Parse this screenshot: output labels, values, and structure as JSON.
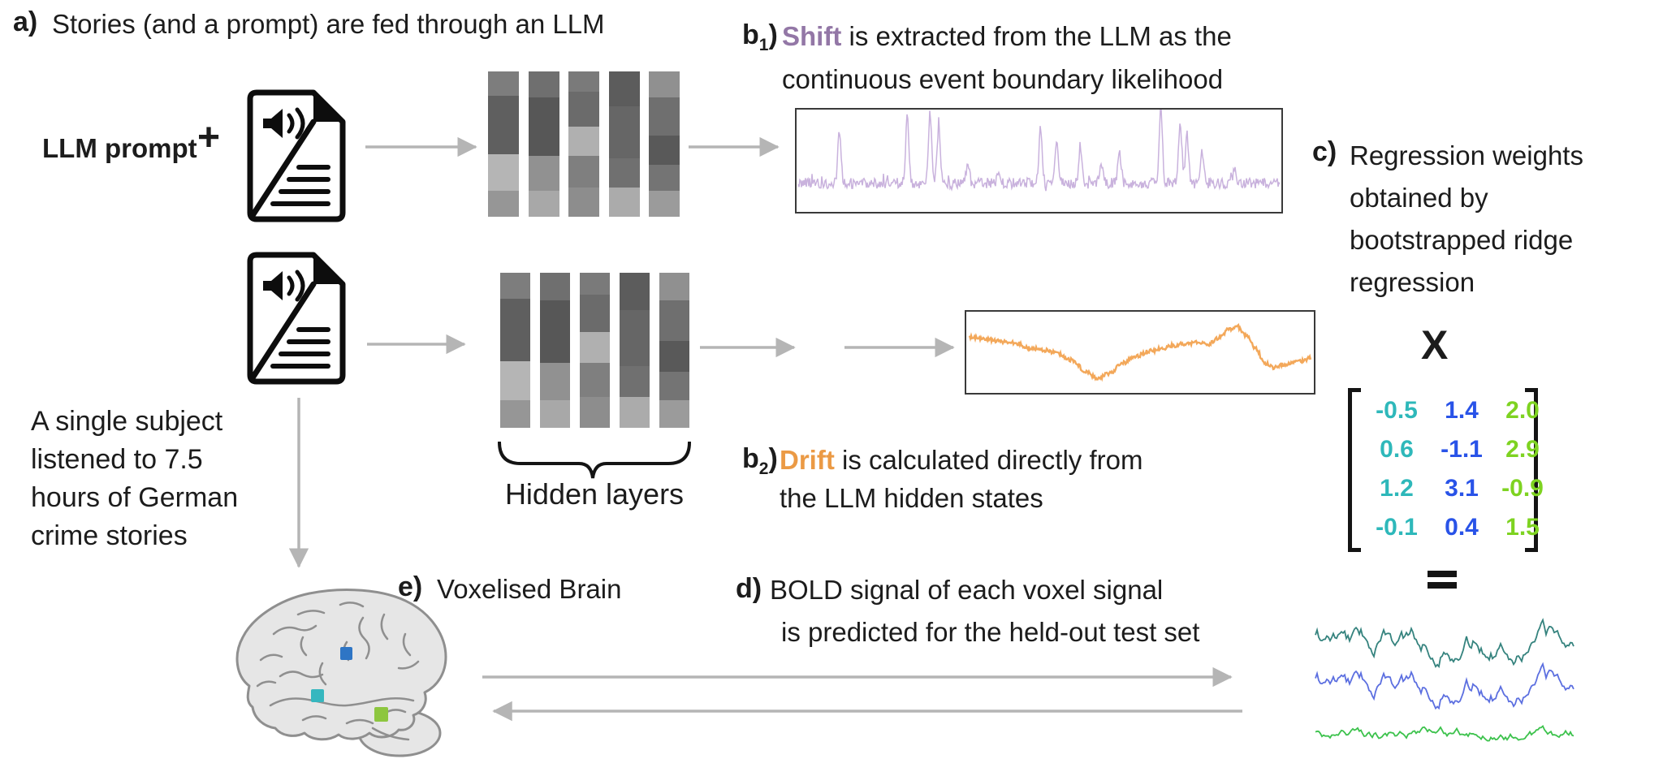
{
  "colors": {
    "text": "#1c1c1c",
    "arrow": "#b5b5b5",
    "shift": "#9377a6",
    "drift": "#eb9a45",
    "purple_trace": "#c9b2dd",
    "orange_trace": "#f3a85a",
    "matrix_col1": "#2eb8ba",
    "matrix_col2": "#2953e8",
    "matrix_col3": "#7ed321",
    "bold_trace_teal": "#35837e",
    "bold_trace_blue": "#5c6fe0",
    "bold_trace_green": "#3cc24c",
    "voxel_blue": "#2e75c5",
    "voxel_teal": "#36b7bf",
    "voxel_green": "#8dc63f",
    "brain_fill": "#e6e6e6",
    "brain_stroke": "#8f8f8f",
    "box_border": "#3a3a3a"
  },
  "panel_a": {
    "label": "a)",
    "title": "Stories (and a prompt) are fed through an LLM",
    "prompt_label": "LLM prompt",
    "plus": "+"
  },
  "panel_b1": {
    "label_base": "b",
    "label_sub": "1",
    "label_close": ")",
    "keyword": "Shift",
    "line1_rest": " is extracted from the LLM as the",
    "line2": "continuous event boundary likelihood",
    "trace_spikes": [
      [
        0.085,
        0.5
      ],
      [
        0.225,
        0.64
      ],
      [
        0.272,
        0.69
      ],
      [
        0.29,
        0.56
      ],
      [
        0.35,
        0.18
      ],
      [
        0.415,
        0.12
      ],
      [
        0.5,
        0.56
      ],
      [
        0.533,
        0.44
      ],
      [
        0.582,
        0.37
      ],
      [
        0.625,
        0.16
      ],
      [
        0.663,
        0.3
      ],
      [
        0.748,
        0.73
      ],
      [
        0.788,
        0.61
      ],
      [
        0.802,
        0.48
      ],
      [
        0.833,
        0.32
      ],
      [
        0.9,
        0.15
      ]
    ]
  },
  "panel_b2": {
    "label_base": "b",
    "label_sub": "2",
    "label_close": ")",
    "keyword": "Drift",
    "line1_rest": " is calculated directly from",
    "line2": "the LLM hidden states",
    "trace_points": [
      [
        0,
        0.28
      ],
      [
        0.04,
        0.3
      ],
      [
        0.08,
        0.34
      ],
      [
        0.13,
        0.36
      ],
      [
        0.18,
        0.44
      ],
      [
        0.22,
        0.47
      ],
      [
        0.26,
        0.52
      ],
      [
        0.3,
        0.61
      ],
      [
        0.34,
        0.77
      ],
      [
        0.375,
        0.88
      ],
      [
        0.41,
        0.8
      ],
      [
        0.45,
        0.65
      ],
      [
        0.49,
        0.55
      ],
      [
        0.53,
        0.48
      ],
      [
        0.57,
        0.44
      ],
      [
        0.6,
        0.4
      ],
      [
        0.63,
        0.38
      ],
      [
        0.67,
        0.36
      ],
      [
        0.7,
        0.38
      ],
      [
        0.73,
        0.3
      ],
      [
        0.76,
        0.17
      ],
      [
        0.785,
        0.13
      ],
      [
        0.81,
        0.25
      ],
      [
        0.84,
        0.45
      ],
      [
        0.865,
        0.65
      ],
      [
        0.89,
        0.72
      ],
      [
        0.92,
        0.67
      ],
      [
        0.95,
        0.64
      ],
      [
        0.975,
        0.62
      ],
      [
        1,
        0.58
      ]
    ]
  },
  "panel_c": {
    "label": "c)",
    "lines": [
      "Regression weights",
      "obtained by",
      "bootstrapped ridge",
      "regression"
    ],
    "multiply": "X",
    "matrix": {
      "rows": [
        [
          "-0.5",
          "1.4",
          "2.0"
        ],
        [
          "0.6",
          "-1.1",
          "2.9"
        ],
        [
          "1.2",
          "3.1",
          "-0.9"
        ],
        [
          "-0.1",
          "0.4",
          "1.5"
        ]
      ]
    }
  },
  "panel_d": {
    "label": "d)",
    "line1": "BOLD signal of each voxel signal",
    "line2": "is predicted for the held-out test set"
  },
  "panel_e": {
    "label": "e)",
    "title": "Voxelised Brain"
  },
  "subject_note": {
    "lines": [
      "A single subject",
      "listened to 7.5",
      "hours of German",
      "crime stories"
    ]
  },
  "hidden_layers": {
    "caption": "Hidden layers",
    "bars": [
      [
        [
          "#7d7d7d",
          0.17
        ],
        [
          "#5f5f5f",
          0.4
        ],
        [
          "#b5b5b5",
          0.25
        ],
        [
          "#969696",
          0.18
        ]
      ],
      [
        [
          "#6f6f6f",
          0.18
        ],
        [
          "#575757",
          0.4
        ],
        [
          "#919191",
          0.24
        ],
        [
          "#a8a8a8",
          0.18
        ]
      ],
      [
        [
          "#7a7a7a",
          0.14
        ],
        [
          "#6b6b6b",
          0.24
        ],
        [
          "#b0b0b0",
          0.2
        ],
        [
          "#7f7f7f",
          0.22
        ],
        [
          "#8d8d8d",
          0.2
        ]
      ],
      [
        [
          "#5c5c5c",
          0.24
        ],
        [
          "#666666",
          0.36
        ],
        [
          "#707070",
          0.2
        ],
        [
          "#ababab",
          0.2
        ]
      ],
      [
        [
          "#909090",
          0.18
        ],
        [
          "#6f6f6f",
          0.26
        ],
        [
          "#595959",
          0.2
        ],
        [
          "#747474",
          0.18
        ],
        [
          "#9b9b9b",
          0.18
        ]
      ]
    ],
    "vector": [
      [
        "#9c9c9c",
        0.17
      ],
      [
        "#6e6e6e",
        0.19
      ],
      [
        "#515151",
        0.19
      ],
      [
        "#6b6b6b",
        0.18
      ],
      [
        "#7d7d7d",
        0.12
      ],
      [
        "#9c9c9c",
        0.15
      ]
    ]
  }
}
